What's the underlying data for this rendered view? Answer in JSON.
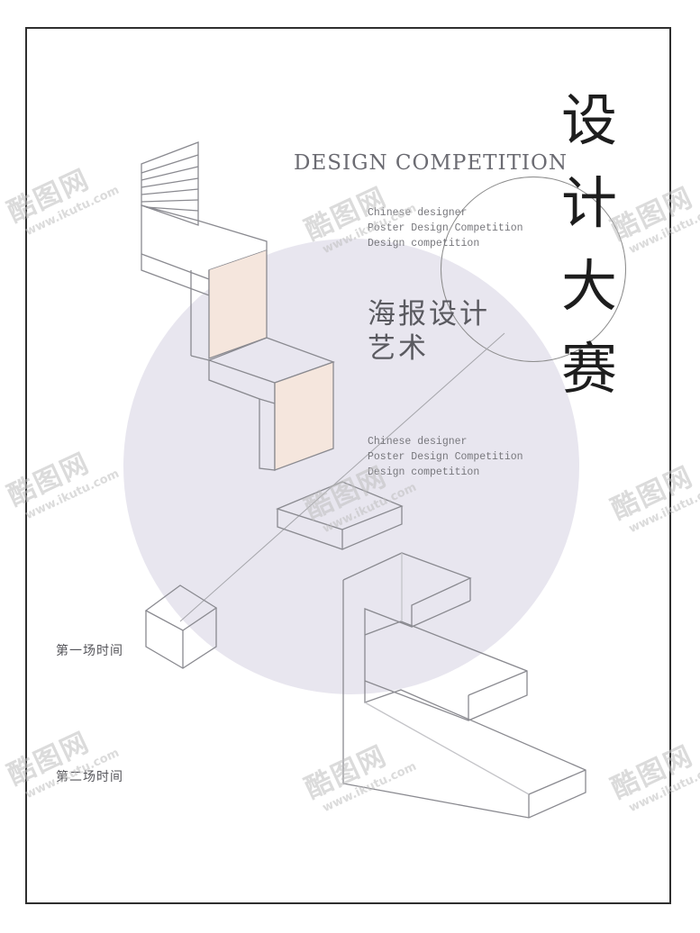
{
  "poster": {
    "title_chars": [
      "设",
      "计",
      "大",
      "赛"
    ],
    "headline": "DESIGN COMPETITION",
    "info_lines_top": [
      "Chinese designer",
      "Poster Design Competition",
      "Design competition"
    ],
    "info_lines_mid": [
      "Chinese designer",
      "Poster Design Competition",
      "Design competition"
    ],
    "subtitle_lines": [
      "海报设计",
      "艺术"
    ],
    "session_first": "第一场时间",
    "session_second": "第二场时间"
  },
  "watermark": {
    "logo": "酷图网",
    "url": "www.ikutu.com"
  },
  "colors": {
    "circle_fill": "#e8e6ef",
    "accent_peach": "#f5e6dd",
    "line": "#8a8a90",
    "frame": "#2f2f2f"
  }
}
